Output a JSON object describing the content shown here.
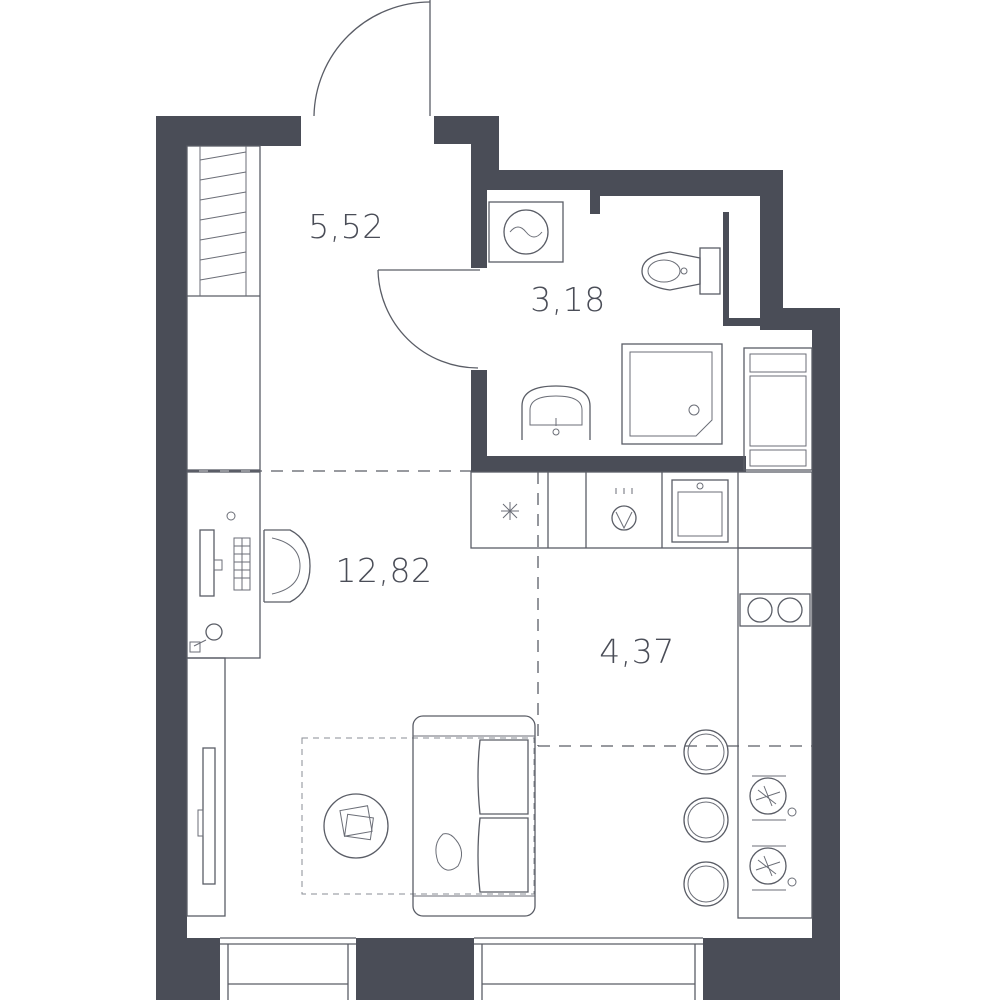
{
  "colors": {
    "wall": "#4a4d57",
    "text": "#4a4d57",
    "background": "#ffffff"
  },
  "rooms": {
    "hallway": {
      "area": "5,52"
    },
    "bathroom": {
      "area": "3,18"
    },
    "living": {
      "area": "12,82"
    },
    "kitchen": {
      "area": "4,37"
    }
  }
}
